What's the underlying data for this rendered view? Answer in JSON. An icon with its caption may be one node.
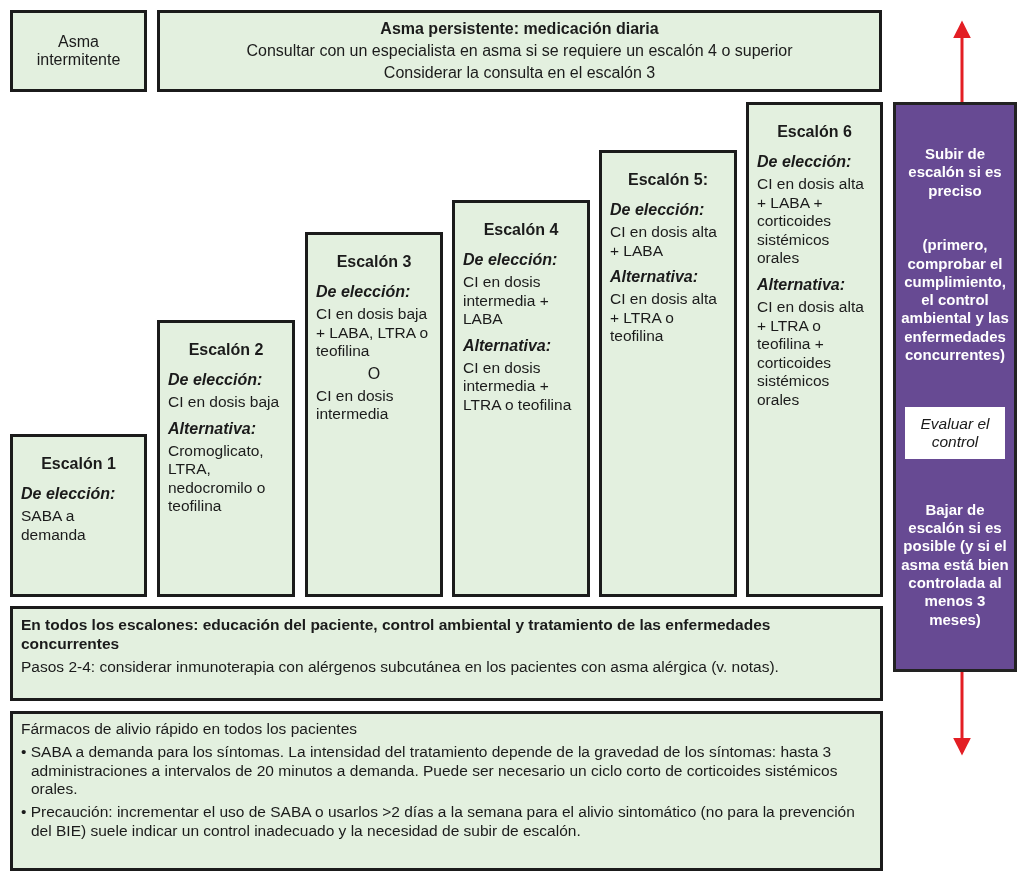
{
  "diagram": {
    "nodes": [
      {
        "text": [
          "Asma intermitente"
        ]
      },
      {
        "text": [
          "Asma persistente: medicación diaria",
          "Consultar con un especialista en asma si se requiere un escalón 4 o superior",
          "Considerar la consulta en el escalón 3"
        ]
      },
      {
        "text": [
          "Escalón 1",
          "De elección:",
          "SABA a demanda"
        ]
      },
      {
        "text": [
          "Escalón 2",
          "De elección:",
          "CI en dosis baja",
          "Alternativa:",
          "Cromoglicato, LTRA, nedocromilo o teofilina"
        ]
      },
      {
        "text": [
          "Escalón 3",
          "De elección:",
          "CI en dosis baja + LABA, LTRA o teofilina",
          "O",
          "CI en dosis intermedia"
        ]
      },
      {
        "text": [
          "Escalón 4",
          "De elección:",
          "CI en dosis intermedia + LABA",
          "Alternativa:",
          "CI en dosis intermedia + LTRA o teofilina"
        ]
      },
      {
        "text": [
          "Escalón 5:",
          "De elección:",
          "CI en dosis alta + LABA",
          "Alternativa:",
          "CI en dosis alta + LTRA o teofilina"
        ]
      },
      {
        "text": [
          "Escalón 6",
          "De elección:",
          "CI en dosis alta + LABA + corticoides sistémicos orales",
          "Alternativa:",
          "CI en dosis alta + LTRA o teofilina + corticoides sistémicos orales"
        ]
      },
      {
        "text": [
          "En todos los escalones: educación del paciente, control ambiental y tratamiento de las enfermedades concurrentes",
          "Pasos 2-4: considerar inmunoterapia con alérgenos subcutánea en los pacientes con asma alérgica (v. notas)."
        ]
      },
      {
        "text": [
          "Fármacos de alivio rápido en todos los pacientes",
          "• SABA a demanda para los síntomas. La intensidad del tratamiento depende de la gravedad de los síntomas: hasta 3 administraciones a intervalos de 20 minutos a demanda. Puede ser necesario un ciclo corto de corticoides sistémicos orales.",
          "• Precaución: incrementar el uso de SABA o usarlos >2 días a la semana para el alivio sintomático (no para la prevención del BIE) suele indicar un control inadecuado y la necesidad de subir de escalón."
        ]
      },
      {
        "text": [
          "Subir de escalón si es preciso",
          "(primero, comprobar el cumplimiento, el control ambiental y las enfermedades concurrentes)",
          "Bajar de escalón si es posible (y si el asma está bien controlada al menos 3 meses)"
        ]
      },
      {
        "text": [
          "Evaluar el control"
        ],
        "in": 10
      }
    ],
    "edges": [
      {
        "from": 10,
        "to": null,
        "arrow": "to",
        "color": "#e31e24"
      },
      {
        "from": 10,
        "to": null,
        "arrow": "to",
        "color": "#e31e24"
      }
    ]
  }
}
